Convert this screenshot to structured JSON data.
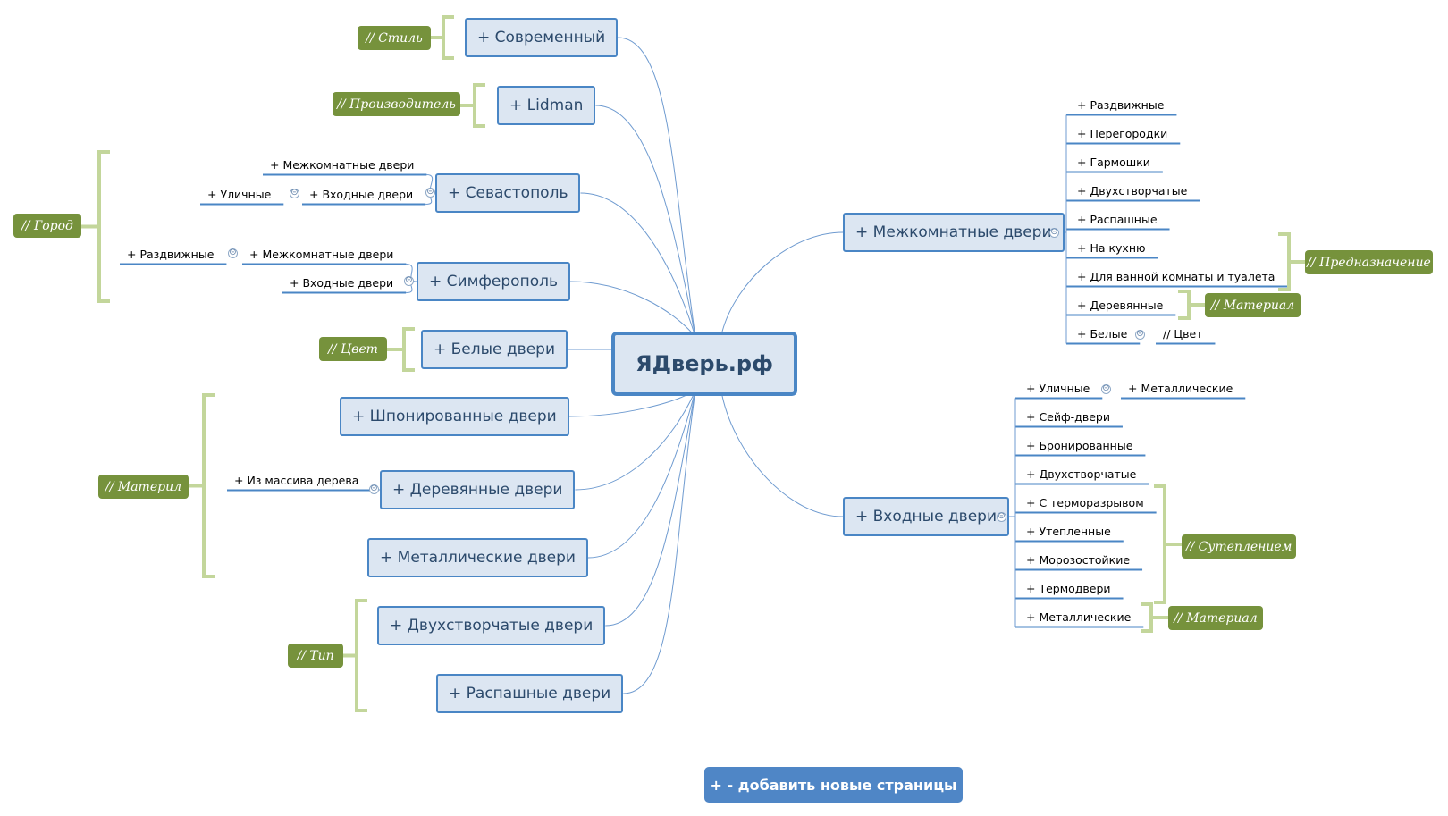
{
  "root": {
    "label": "ЯДверь.рф"
  },
  "left_topics": [
    {
      "label": "+ Современный"
    },
    {
      "label": "+ Lidman"
    },
    {
      "label": "+ Севастополь"
    },
    {
      "label": "+ Симферополь"
    },
    {
      "label": "+ Белые двери"
    },
    {
      "label": "+ Шпонированные двери"
    },
    {
      "label": "+ Деревянные двери"
    },
    {
      "label": "+ Металлические двери"
    },
    {
      "label": "+ Двухстворчатые двери"
    },
    {
      "label": "+ Распашные двери"
    }
  ],
  "left_subtopics": {
    "sevastopol": [
      "+ Межкомнатные двери",
      "+ Входные двери",
      "+ Уличные"
    ],
    "simferopol": [
      "+ Межкомнатные двери",
      "+ Раздвижные",
      "+ Входные двери"
    ],
    "wood": [
      "+ Из массива дерева"
    ]
  },
  "left_notes": [
    "// Стиль",
    "// Производитель",
    "// Город",
    "// Цвет",
    "// Материл",
    "// Тип"
  ],
  "right_topics": [
    {
      "label": "+ Межкомнатные двери"
    },
    {
      "label": "+ Входные двери"
    }
  ],
  "interior_items": [
    "+ Раздвижные",
    "+ Перегородки",
    "+ Гармошки",
    "+ Двухстворчатые",
    "+ Распашные",
    "+ На кухню",
    "+ Для ванной комнаты и туалета",
    "+ Деревянные",
    "+ Белые"
  ],
  "interior_extra": "// Цвет",
  "interior_notes": [
    "// Предназначение",
    "// Материал"
  ],
  "entrance_items": [
    "+ Уличные",
    "+ Сейф-двери",
    "+ Бронированные",
    "+ Двухстворчатые",
    "+ С терморазрывом",
    "+ Утепленные",
    "+ Морозостойкие",
    "+ Термодвери",
    "+ Металлические"
  ],
  "entrance_extra": "+ Металлические",
  "entrance_notes": [
    "// Сутеплением",
    "// Материал"
  ],
  "collapse_glyph": "⊝",
  "footer": {
    "add_label": "+ - добавить новые страницы"
  },
  "colors": {
    "node_fill": "#dce6f2",
    "node_border": "#4a86c5",
    "note_fill": "#76923c",
    "bracket": "#c3d69b",
    "connector": "#6f9bd0",
    "button": "#4f86c6"
  }
}
